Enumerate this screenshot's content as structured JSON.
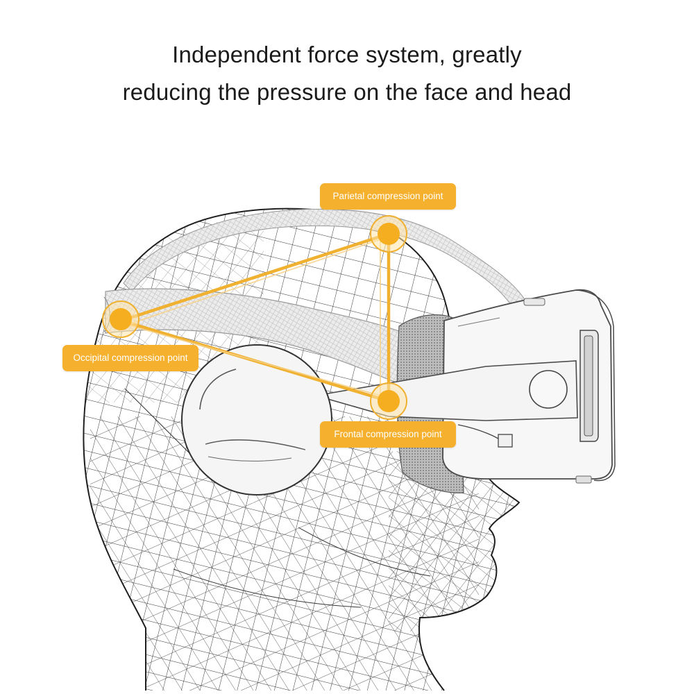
{
  "heading": {
    "line1": "Independent force system, greatly",
    "line2": "reducing the pressure on the face and head"
  },
  "callouts": {
    "parietal": "Parietal compression point",
    "occipital": "Occipital compression point",
    "frontal": "Frontal compression point"
  },
  "colors": {
    "accent": "#f5b02e",
    "accent_line": "#f0b030",
    "wireframe": "#2a2a2a",
    "background": "#ffffff",
    "heading_text": "#1a1a1a"
  }
}
